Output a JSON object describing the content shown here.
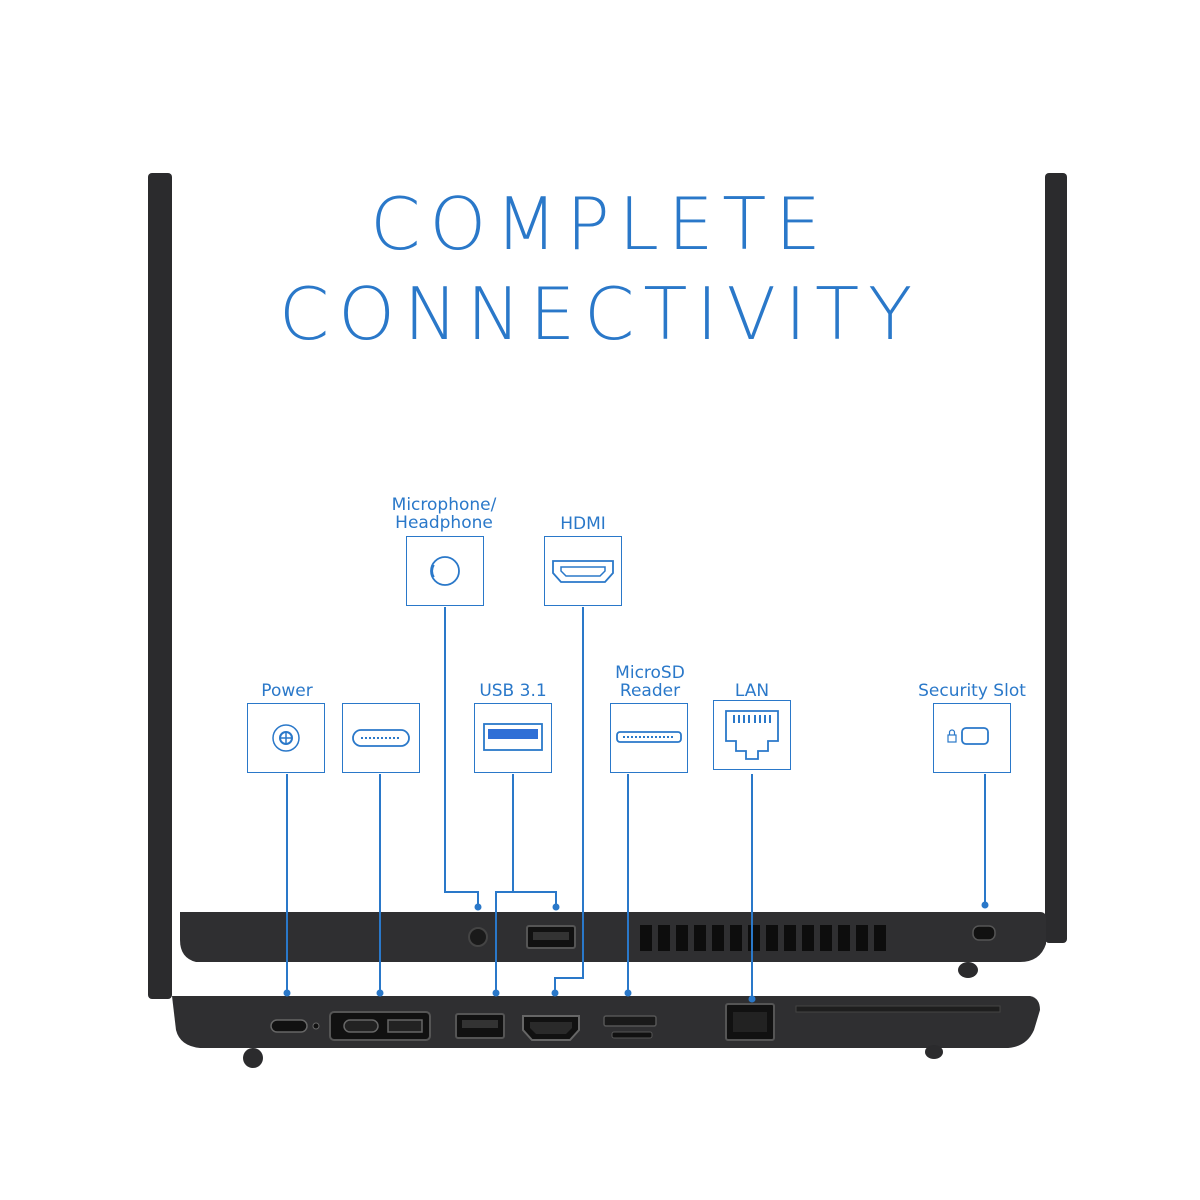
{
  "headline": {
    "line1": "COMPLETE",
    "line2": "CONNECTIVITY"
  },
  "ports": {
    "power": "Power",
    "mic": "Microphone/\nHeadphone",
    "hdmi": "HDMI",
    "usb": "USB 3.1",
    "microsd": "MicroSD\nReader",
    "lan": "LAN",
    "security": "Security Slot"
  },
  "icons": {
    "power": "power-jack-icon",
    "usbc": "usb-c-icon",
    "mic": "audio-jack-icon",
    "usb": "usb-a-icon",
    "hdmi": "hdmi-icon",
    "microsd": "microsd-icon",
    "lan": "ethernet-icon",
    "security": "lock-slot-icon"
  },
  "colors": {
    "accent": "#2a78c9",
    "chassis": "#2b2b2d",
    "usb_blue": "#2f6fd6"
  }
}
